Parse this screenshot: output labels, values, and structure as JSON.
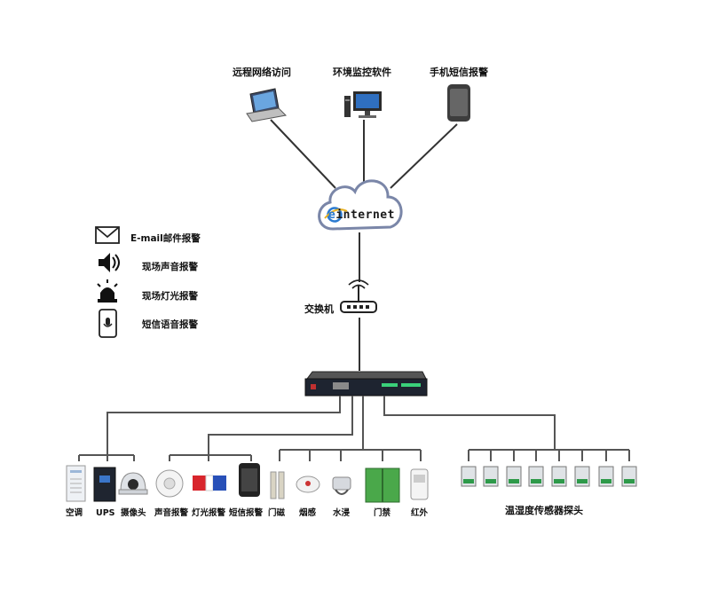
{
  "top": {
    "remote_access": "远程网络访问",
    "monitor_software": "环境监控软件",
    "sms_alarm": "手机短信报警"
  },
  "cloud": {
    "prefix": "e",
    "label": "internet"
  },
  "switch": {
    "label": "交换机"
  },
  "legend": [
    {
      "icon": "envelope-icon",
      "label": "E-mail邮件报警"
    },
    {
      "icon": "speaker-icon",
      "label": "现场声音报警"
    },
    {
      "icon": "alarm-light-icon",
      "label": "现场灯光报警"
    },
    {
      "icon": "phone-voice-icon",
      "label": "短信语音报警"
    }
  ],
  "devices": {
    "aircon": "空调",
    "ups": "UPS",
    "camera": "摄像头",
    "sound_alarm": "声音报警",
    "light_alarm": "灯光报警",
    "sms_alarm": "短信报警",
    "door_magnet": "门磁",
    "smoke": "烟感",
    "water": "水浸",
    "access": "门禁",
    "infrared": "红外",
    "thsensors": "温湿度传感器探头"
  }
}
